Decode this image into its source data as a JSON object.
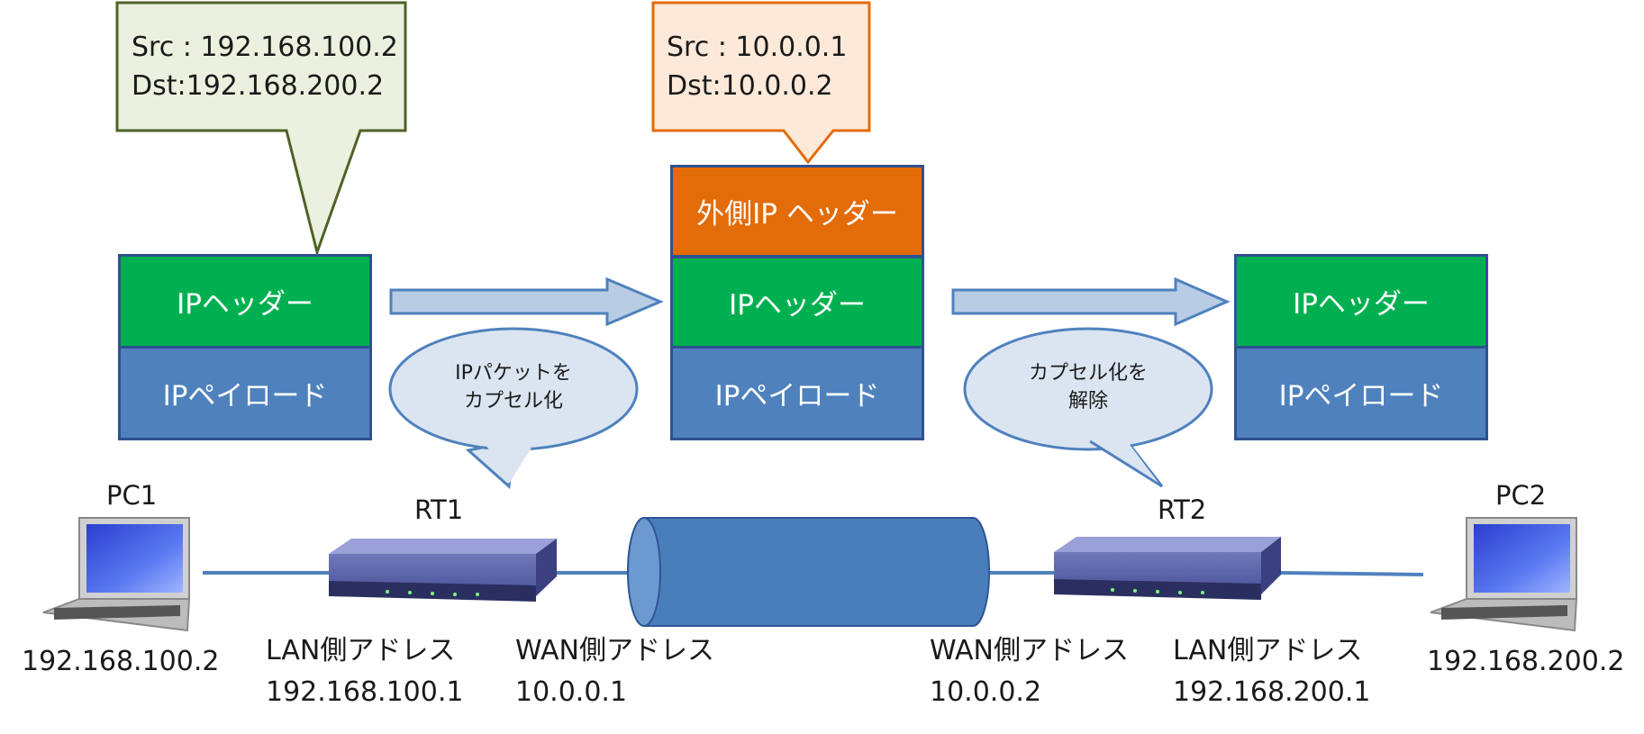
{
  "callouts": {
    "left": {
      "src": "Src : 192.168.100.2",
      "dst": "Dst:192.168.200.2"
    },
    "center": {
      "src": "Src : 10.0.0.1",
      "dst": "Dst:10.0.0.2"
    }
  },
  "packets": {
    "left": {
      "header": "IPヘッダー",
      "payload": "IPペイロード"
    },
    "center": {
      "outer_header": "外側IP ヘッダー",
      "header": "IPヘッダー",
      "payload": "IPペイロード"
    },
    "right": {
      "header": "IPヘッダー",
      "payload": "IPペイロード"
    }
  },
  "bubbles": {
    "encapsulate": {
      "line1": "IPパケットを",
      "line2": "カプセル化"
    },
    "decapsulate": {
      "line1": "カプセル化を",
      "line2": "解除"
    }
  },
  "devices": {
    "pc1": {
      "label": "PC1",
      "address": "192.168.100.2"
    },
    "pc2": {
      "label": "PC2",
      "address": "192.168.200.2"
    },
    "rt1": {
      "label": "RT1",
      "lan_label": "LAN側アドレス",
      "lan_address": "192.168.100.1",
      "wan_label": "WAN側アドレス",
      "wan_address": "10.0.0.1"
    },
    "rt2": {
      "label": "RT2",
      "lan_label": "LAN側アドレス",
      "lan_address": "192.168.200.1",
      "wan_label": "WAN側アドレス",
      "wan_address": "10.0.0.2"
    }
  },
  "colors": {
    "ip_header": "#00b050",
    "ip_payload": "#4f81bd",
    "outer_header": "#e36c09",
    "tunnel": "#4a7ebb",
    "arrow": "#b8cce4",
    "bubble": "#dbe5f1",
    "callout_left": "#ebf1de",
    "callout_center": "#fde9d9"
  }
}
